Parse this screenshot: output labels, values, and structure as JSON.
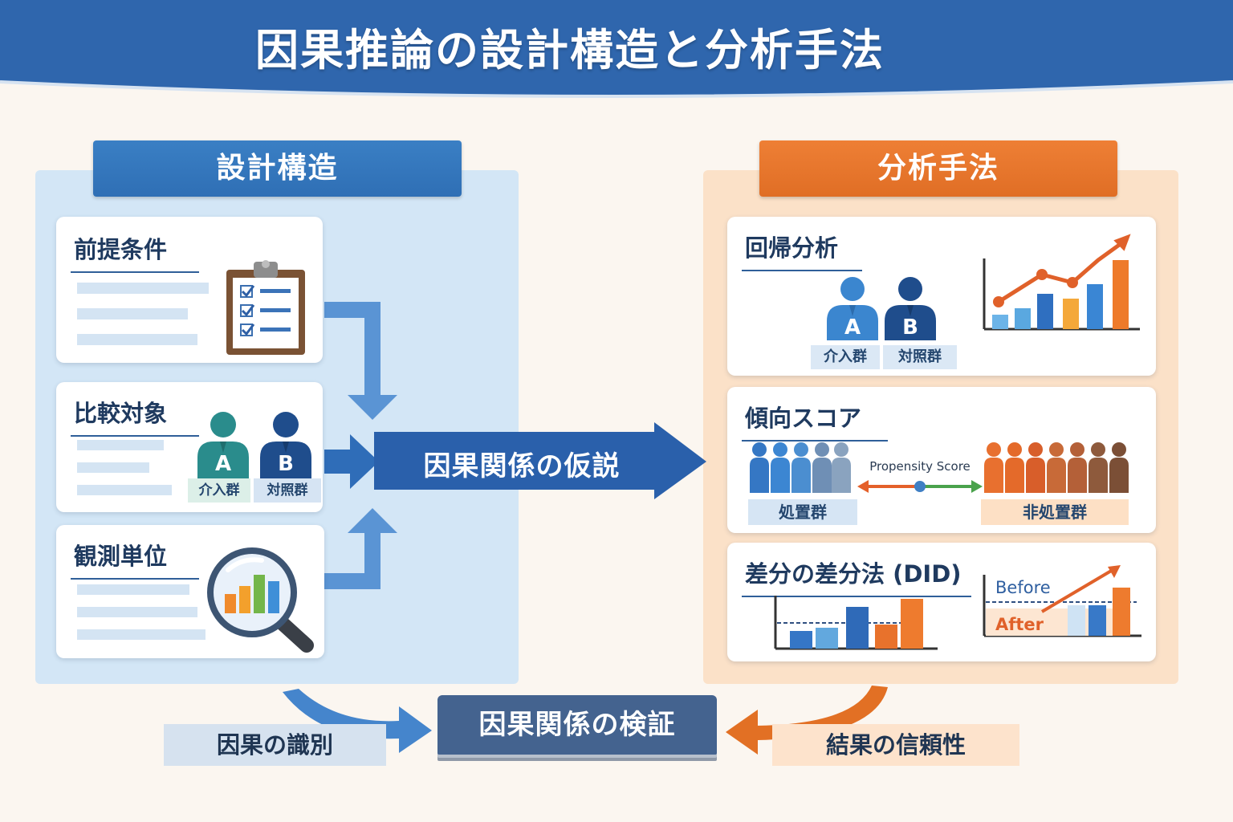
{
  "title": "因果推論の設計構造と分析手法",
  "design": {
    "header": "設計構造",
    "premise": {
      "title": "前提条件"
    },
    "comparison": {
      "title": "比較対象",
      "group_a_letter": "A",
      "group_b_letter": "B",
      "group_a_label": "介入群",
      "group_b_label": "対照群"
    },
    "unit": {
      "title": "観測単位"
    }
  },
  "hypothesis_label": "因果関係の仮説",
  "analysis": {
    "header": "分析手法",
    "regression": {
      "title": "回帰分析",
      "group_a_letter": "A",
      "group_b_letter": "B",
      "group_a_label": "介入群",
      "group_b_label": "対照群"
    },
    "propensity": {
      "title": "傾向スコア",
      "score_label": "Propensity Score",
      "treated_label": "処置群",
      "untreated_label": "非処置群"
    },
    "did": {
      "title": "差分の差分法 (DID)",
      "before_label": "Before",
      "after_label": "After"
    }
  },
  "verification_label": "因果関係の検証",
  "identification_label": "因果の識別",
  "reliability_label": "結果の信頼性",
  "colors": {
    "header_blue": "#2e63a8",
    "design_blue": "#3a7fc4",
    "analysis_orange": "#e97830",
    "arrow_blue": "#2c65b0",
    "arrow_orange": "#e27024",
    "verify_navy": "#44638f"
  }
}
